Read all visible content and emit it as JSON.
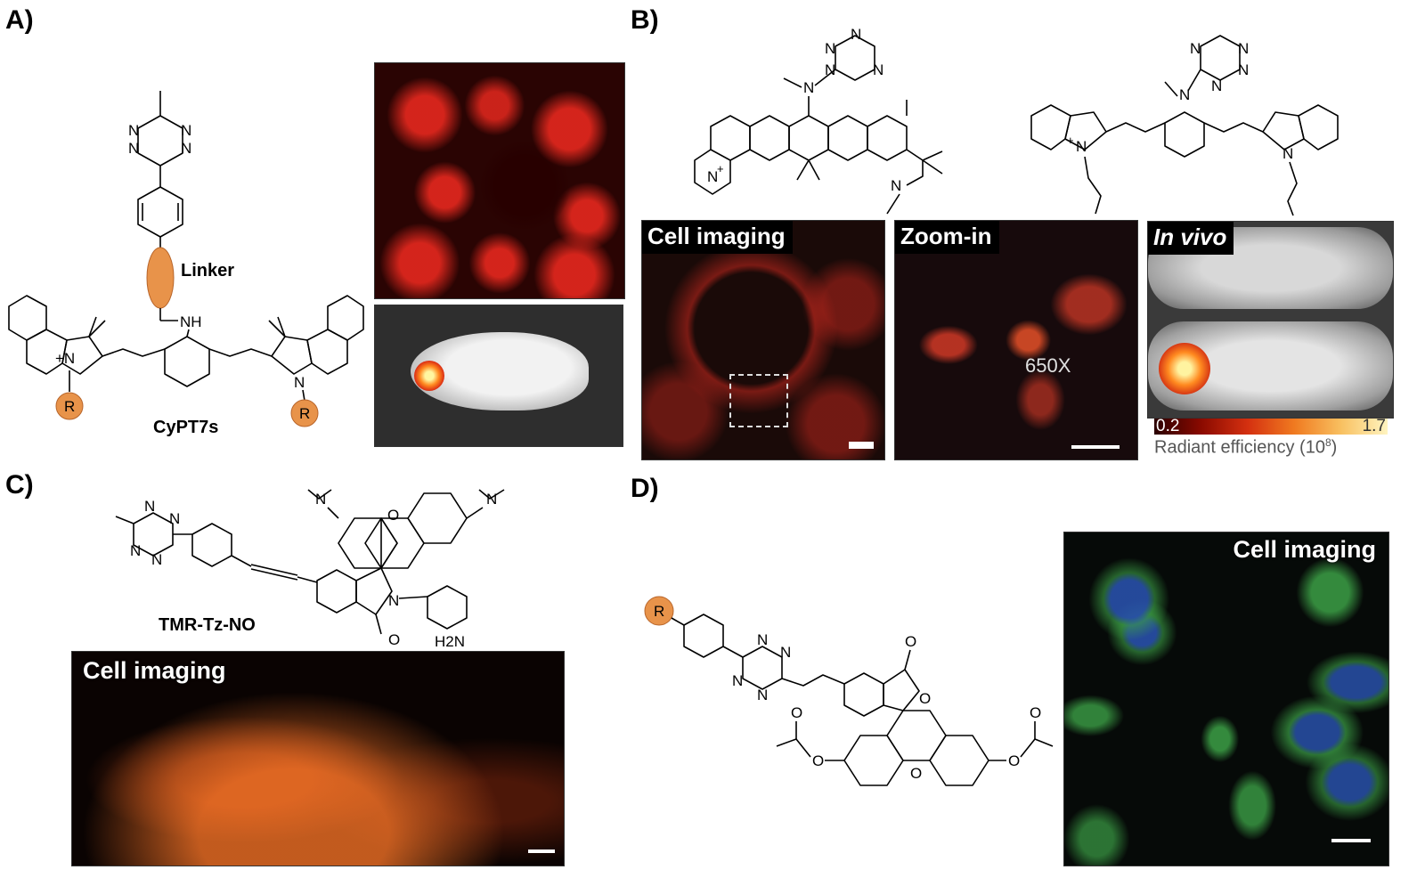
{
  "panels": {
    "a": {
      "label": "A)",
      "compound_name": "CyPT7s",
      "linker_label": "Linker",
      "atoms": {
        "n": "N",
        "nh": "NH",
        "n_plus": "+N",
        "r": "R"
      }
    },
    "b": {
      "label": "B)",
      "atoms": {
        "n": "N",
        "plus": "+"
      },
      "images": {
        "cell": {
          "label": "Cell imaging"
        },
        "zoom": {
          "label": "Zoom-in",
          "magnification": "650X"
        },
        "invivo": {
          "label": "In vivo"
        }
      },
      "colorbar": {
        "min": "0.2",
        "max": "1.7",
        "label": "Radiant efficiency (10",
        "exponent": "8",
        "label_end": ")"
      }
    },
    "c": {
      "label": "C)",
      "compound_name": "TMR-Tz-NO",
      "atoms": {
        "n": "N",
        "o": "O",
        "h2n": "H2N"
      },
      "image": {
        "label": "Cell imaging"
      }
    },
    "d": {
      "label": "D)",
      "atoms": {
        "r": "R",
        "n": "N",
        "o": "O"
      },
      "image": {
        "label": "Cell imaging"
      }
    }
  },
  "colors": {
    "red_fluorescence": "#e0251a",
    "hot_orange": "#ff7a20",
    "green_fluorescence": "#3fae4a",
    "blue_nucleus": "#2b4fa8",
    "r_group": "#e8934a"
  }
}
